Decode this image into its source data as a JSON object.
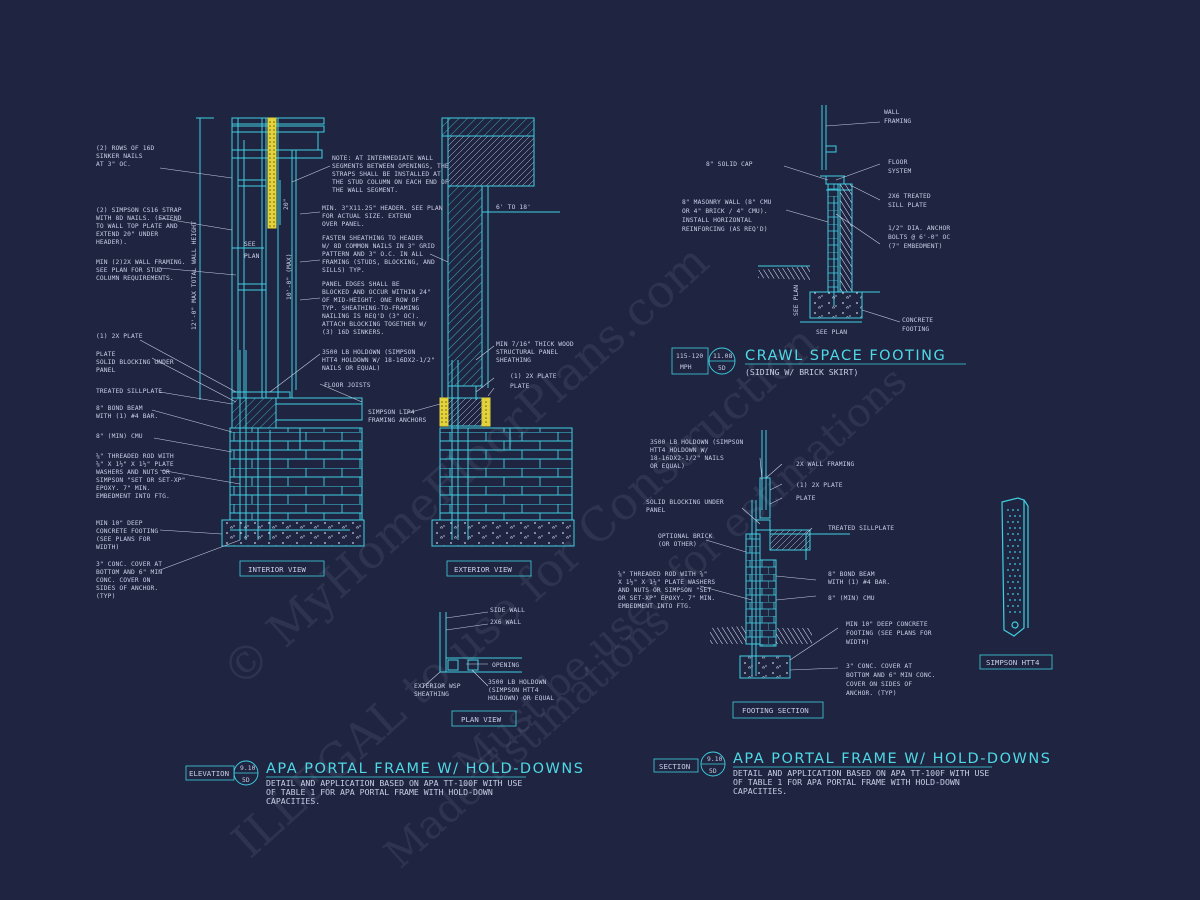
{
  "colors": {
    "background": "#1f2540",
    "lines": "#3fd0e2",
    "text": "#c9cde6",
    "accent": "#e3d33c"
  },
  "watermark": {
    "line1": "© MyHomeFloorPlans.com",
    "line2": "ILLEGAL to use for Construction",
    "line3": "Made Estimations",
    "line4": "Must be used for estimations"
  },
  "left_detail": {
    "notes": {
      "sinker_nails": [
        "(2) ROWS OF 16d",
        "SINKER NAILS",
        "AT 3\" OC."
      ],
      "strap": [
        "(2) SIMPSON CS16 STRAP",
        "WITH 8d NAILS. (EXTEND",
        "TO WALL TOP PLATE AND",
        "EXTEND 20\" UNDER",
        "HEADER)."
      ],
      "wall_framing": [
        "MIN (2)2X WALL FRAMING.",
        "SEE PLAN FOR STUD",
        "COLUMN REQUIREMENTS."
      ],
      "plate": "(1) 2x PLATE",
      "solid_blocking": [
        "PLATE",
        "SOLID BLOCKING UNDER",
        "PANEL"
      ],
      "treated_sill": "TREATED SILLPLATE",
      "bond_beam": [
        "8\" BOND BEAM",
        "WITH (1) #4 BAR."
      ],
      "cmu": "8\" (MIN) CMU",
      "threaded_rod": [
        "⅝\" THREADED ROD WITH",
        "⅝\" x 1½\" x 1½\" PLATE",
        "WASHERS AND NUTS OR",
        "SIMPSON \"SET OR SET-XP\"",
        "EPOXY. 7\" MIN.",
        "EMBEDMENT INTO FTG."
      ],
      "footing": [
        "MIN 10\" DEEP",
        "CONCRETE FOOTING",
        "(SEE PLANS FOR",
        "WIDTH)"
      ],
      "cover": [
        "3\" CONC. COVER AT",
        "BOTTOM AND 6\" MIN",
        "CONC. COVER ON",
        "SIDES OF ANCHOR.",
        "(TYP)"
      ],
      "intermediate": [
        "NOTE: AT INTERMEDIATE WALL",
        "SEGMENTS BETWEEN OPENINGS, THE",
        "STRAPS SHALL BE INSTALLED AT",
        "THE STUD COLUMN ON EACH END OF",
        "THE WALL SEGMENT."
      ],
      "header": [
        "MIN. 3\"x11.25\" HEADER. SEE PLAN",
        "FOR ACTUAL SIZE. EXTEND",
        "OVER PANEL."
      ],
      "fasten": [
        "FASTEN SHEATHING TO HEADER",
        "W/ 8d COMMON NAILS IN 3\" GRID",
        "PATTERN AND 3\" O.C. IN ALL",
        "FRAMING (STUDS, BLOCKING, AND",
        "SILLS) TYP."
      ],
      "panel_edges": [
        "PANEL EDGES SHALL BE",
        "BLOCKED AND OCCUR WITHIN 24\"",
        "OF MID-HEIGHT. ONE ROW OF",
        "TYP. SHEATHING-TO-FRAMING",
        "NAILING IS REQ'D (3\" OC).",
        "ATTACH BLOCKING TOGETHER W/",
        "(3) 16d SINKERS."
      ],
      "holdown": [
        "3500 LB HOLDOWN (SIMPSON",
        "HTT4 HOLDOWN W/ 18-16dx2-1/2\"",
        "NAILS OR EQUAL)"
      ],
      "floor_joists": "FLOOR JOISTS",
      "simpson_ltp4": [
        "SIMPSON LTP4",
        "FRAMING ANCHORS"
      ],
      "sheathing": [
        "MIN 7/16\" THICK WOOD",
        "STRUCTURAL PANEL",
        "SHEATHING"
      ],
      "ext_plate": "(1) 2x PLATE",
      "ext_plate2": "PLATE",
      "dim_6to18": "6' TO 18'",
      "dim_wall_height": "12'-0\" MAX TOTAL WALL HEIGHT",
      "dim_10": "10'-0\" (MAX)",
      "dim_20": "20\"",
      "see_plan": [
        "SEE",
        "PLAN"
      ]
    },
    "interior_view": "INTERIOR VIEW",
    "exterior_view": "EXTERIOR VIEW",
    "plan_view": {
      "label": "PLAN VIEW",
      "side_wall": "SIDE WALL",
      "wall_2x6": "2x6 WALL",
      "opening": "OPENING",
      "ext_sheathing": [
        "EXTERIOR WSP",
        "SHEATHING"
      ],
      "holdown": [
        "3500 LB HOLDOWN",
        "(SIMPSON HTT4",
        "HOLDOWN) OR EQUAL"
      ]
    },
    "title_block": {
      "tag": "ELEVATION",
      "num_top": "9.10",
      "num_bottom": "5D",
      "title": "APA PORTAL FRAME W/ HOLD-DOWNS",
      "desc": [
        "DETAIL AND APPLICATION BASED ON APA TT-100F WITH USE",
        "OF TABLE 1 FOR APA PORTAL FRAME WITH HOLD-DOWN",
        "CAPACITIES."
      ]
    }
  },
  "crawl_space": {
    "notes": {
      "wall_framing": [
        "WALL",
        "FRAMING"
      ],
      "floor_system": [
        "FLOOR",
        "SYSTEM"
      ],
      "sill": [
        "2x6 TREATED",
        "SILL PLATE"
      ],
      "anchor": [
        "1/2\" DIA. ANCHOR",
        "BOLTS @ 6'-0\" OC",
        "(7\" EMBEDMENT)"
      ],
      "solid_cap": "8\" SOLID CAP",
      "masonry": [
        "8\" MASONRY WALL (8\" CMU",
        "OR 4\" BRICK / 4\" CMU).",
        "INSTALL HORIZONTAL",
        "REINFORCING (AS REQ'D)"
      ],
      "concrete": [
        "CONCRETE",
        "FOOTING"
      ],
      "see_plan": "SEE PLAN",
      "see_plan_vert": "SEE PLAN"
    },
    "wind": [
      "115-120",
      "MPH"
    ],
    "num_top": "11.08",
    "num_bottom": "5D",
    "title": "CRAWL SPACE FOOTING",
    "subtitle": "(SIDING W/ BRICK SKIRT)"
  },
  "right_section": {
    "notes": {
      "holdown": [
        "3500 LB HOLDOWN (SIMPSON",
        "HTT4 HOLDOWN W/",
        "18-16dx2-1/2\" NAILS",
        "OR EQUAL)"
      ],
      "wall_framing": "2x WALL FRAMING",
      "plate1": "(1) 2x PLATE",
      "plate2": "PLATE",
      "solid_blocking": [
        "SOLID BLOCKING UNDER",
        "PANEL"
      ],
      "treated_sill": "TREATED SILLPLATE",
      "optional_brick": [
        "OPTIONAL BRICK",
        "(OR OTHER)"
      ],
      "bond_beam": [
        "8\" BOND BEAM",
        "WITH (1) #4 BAR."
      ],
      "cmu": "8\" (MIN) CMU",
      "threaded_rod": [
        "⅝\" THREADED ROD WITH ⅝\"",
        "x 1½\" x 1½\" PLATE WASHERS",
        "AND NUTS OR SIMPSON \"SET",
        "OR SET-XP\" EPOXY. 7\" MIN.",
        "EMBEDMENT INTO FTG."
      ],
      "footing": [
        "MIN 10\" DEEP CONCRETE",
        "FOOTING (SEE PLANS FOR",
        "WIDTH)"
      ],
      "cover": [
        "3\" CONC. COVER AT",
        "BOTTOM AND 6\" MIN CONC.",
        "COVER ON SIDES OF",
        "ANCHOR. (TYP)"
      ]
    },
    "footing_section": "FOOTING SECTION",
    "simpson_htt4": "SIMPSON HTT4",
    "title_block": {
      "tag": "SECTION",
      "num_top": "9.10",
      "num_bottom": "5D",
      "title": "APA PORTAL FRAME W/ HOLD-DOWNS",
      "desc": [
        "DETAIL AND APPLICATION BASED ON APA TT-100F WITH USE",
        "OF TABLE 1 FOR APA PORTAL FRAME WITH HOLD-DOWN",
        "CAPACITIES."
      ]
    }
  }
}
